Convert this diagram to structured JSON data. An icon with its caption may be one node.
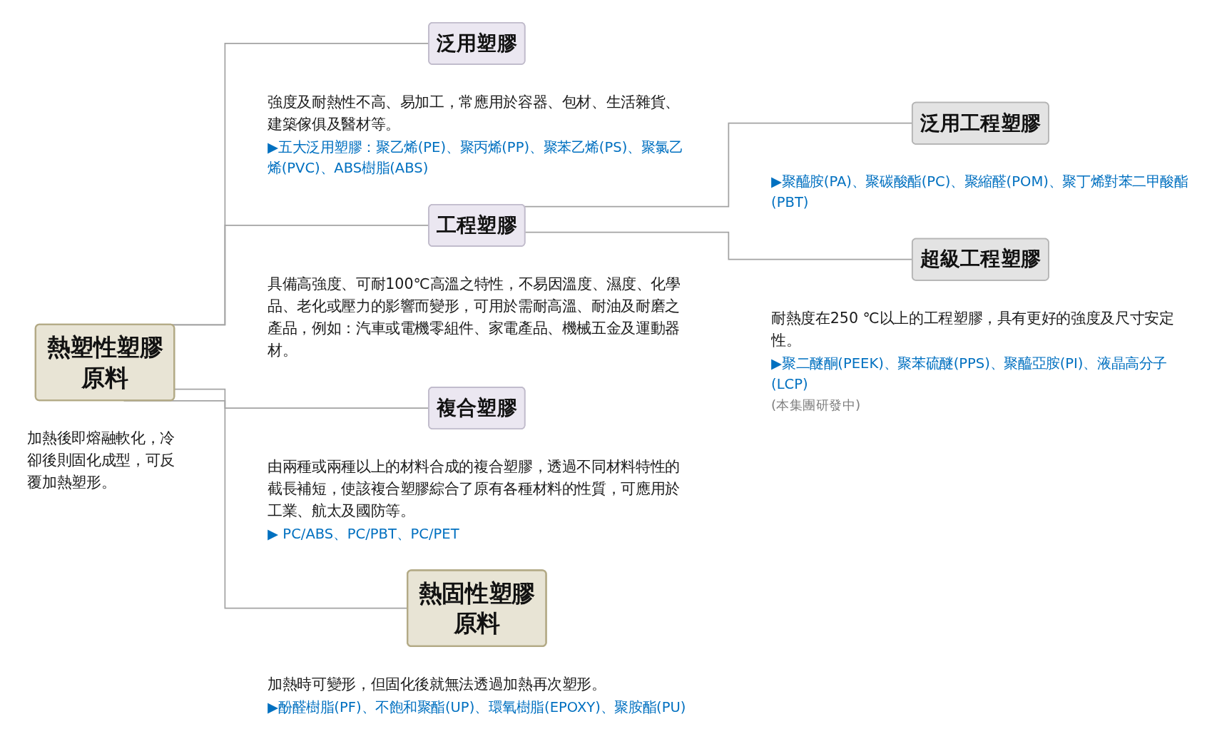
{
  "diagram": {
    "nodes": [
      {
        "text": [
          "熱塑性塑膠原料"
        ],
        "beside": [
          "加熱後即熔融軟化，冷卻後則固化成型，可反覆加熱塑形。"
        ]
      },
      {
        "text": [
          "泛用塑膠"
        ],
        "beside": [
          "強度及耐熱性不高、易加工，常應用於容器、包材、生活雜貨、建築傢俱及醫材等。",
          "▶五大泛用塑膠：聚乙烯(PE)、聚丙烯(PP)、聚苯乙烯(PS)、聚氯乙烯(PVC)、ABS樹脂(ABS)"
        ]
      },
      {
        "text": [
          "工程塑膠"
        ],
        "beside": [
          "具備高強度、可耐100℃高溫之特性，不易因溫度、濕度、化學品、老化或壓力的影響而變形，可用於需耐高溫、耐油及耐磨之產品，例如：汽車或電機零組件、家電產品、機械五金及運動器材。"
        ]
      },
      {
        "text": [
          "泛用工程塑膠"
        ],
        "beside": [
          "▶聚醯胺(PA)、聚碳酸酯(PC)、聚縮醛(POM)、聚丁烯對苯二甲酸酯(PBT)"
        ]
      },
      {
        "text": [
          "超級工程塑膠"
        ],
        "beside": [
          "耐熱度在250 ℃以上的工程塑膠，具有更好的強度及尺寸安定性。",
          "▶聚二醚酮(PEEK)、聚苯硫醚(PPS)、聚醯亞胺(PI)、液晶高分子(LCP)",
          "(本集團研發中)"
        ]
      },
      {
        "text": [
          "複合塑膠"
        ],
        "beside": [
          "由兩種或兩種以上的材料合成的複合塑膠，透過不同材料特性的截長補短，使該複合塑膠綜合了原有各種材料的性質，可應用於工業、航太及國防等。",
          "▶ PC/ABS、PC/PBT、PC/PET"
        ]
      },
      {
        "text": [
          "熱固性塑膠原料"
        ],
        "beside": [
          "加熱時可變形，但固化後就無法透過加熱再次塑形。",
          "▶酚醛樹脂(PF)、不飽和聚酯(UP)、環氧樹脂(EPOXY)、聚胺酯(PU)"
        ]
      }
    ],
    "edges": [
      {
        "from": 0,
        "to": 1,
        "arrow": "none"
      },
      {
        "from": 0,
        "to": 2,
        "arrow": "none"
      },
      {
        "from": 0,
        "to": 5,
        "arrow": "none"
      },
      {
        "from": 2,
        "to": 3,
        "arrow": "none"
      },
      {
        "from": 2,
        "to": 4,
        "arrow": "none"
      },
      {
        "from": 0,
        "to": 6,
        "arrow": "none"
      }
    ]
  }
}
